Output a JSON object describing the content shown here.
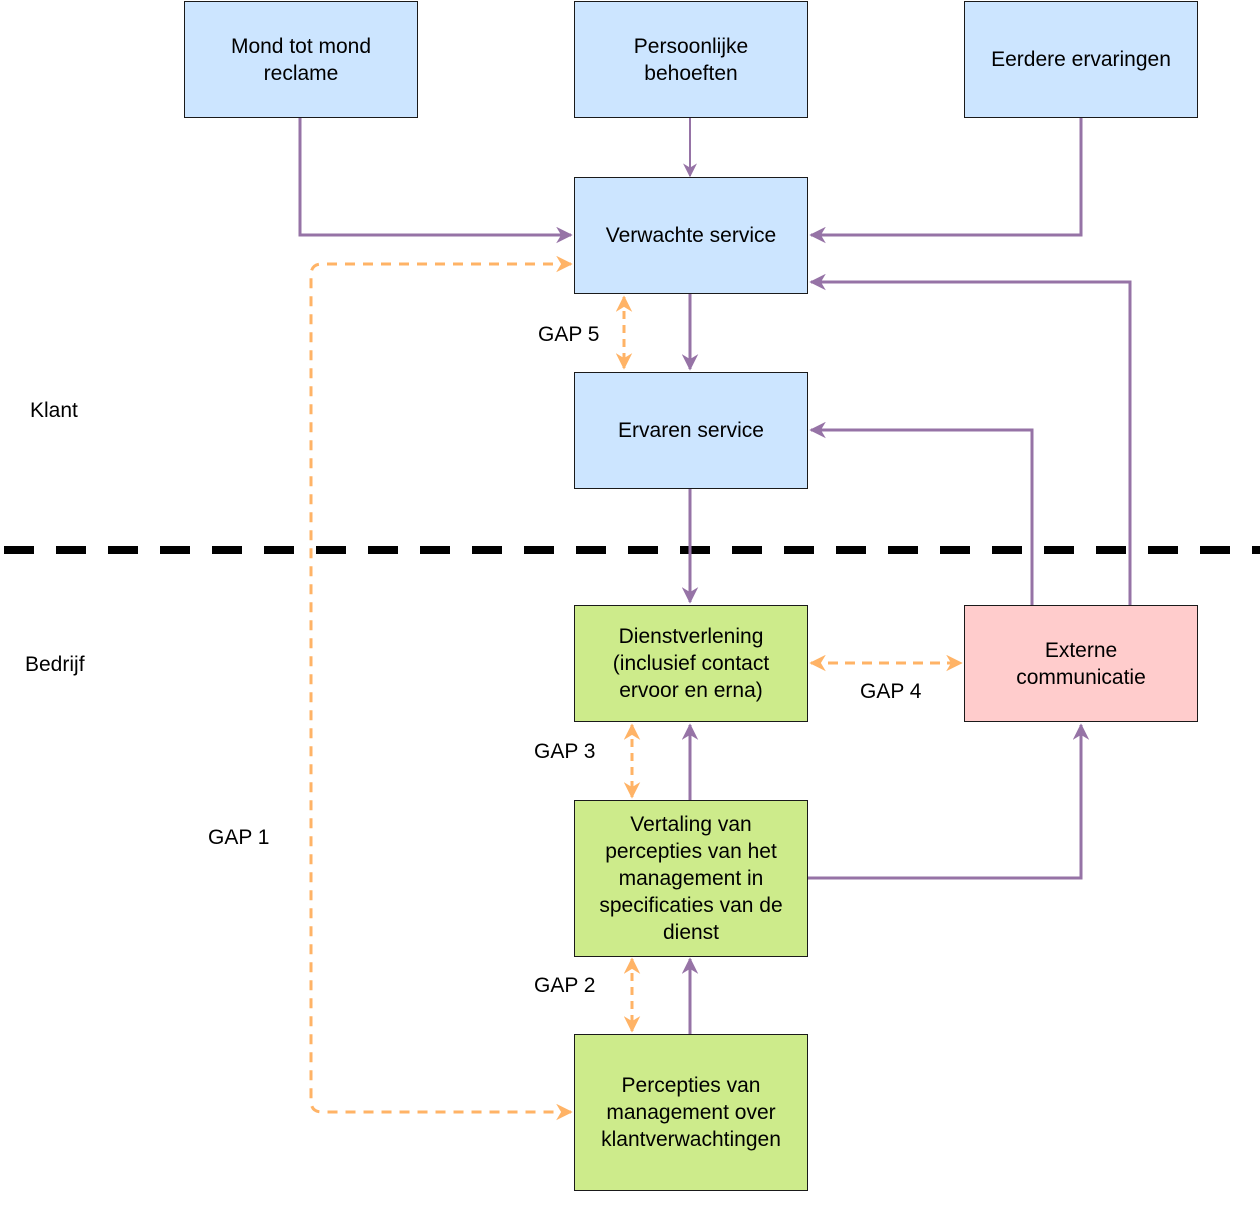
{
  "colors": {
    "flow_arrow": "#9673a6",
    "gap_arrow": "#ffb366",
    "separator": "#000000",
    "customer_box": "#cce5ff",
    "company_box": "#cdeb8b",
    "external_box": "#ffcccc"
  },
  "zones": {
    "customer_label": "Klant",
    "company_label": "Bedrijf"
  },
  "nodes": {
    "mond_tot_mond": "Mond tot mond\nreclame",
    "persoonlijke_behoeften": "Persoonlijke\nbehoeften",
    "eerdere_ervaringen": "Eerdere ervaringen",
    "verwachte_service": "Verwachte service",
    "ervaren_service": "Ervaren service",
    "dienstverlening": "Dienstverlening\n(inclusief contact\nervoor en erna)",
    "externe_communicatie": "Externe\ncommunicatie",
    "vertaling": "Vertaling van\npercepties van het\nmanagement in\nspecificaties van de\ndienst",
    "percepties": "Percepties van\nmanagement over\nklantverwachtingen"
  },
  "gaps": {
    "gap1": "GAP 1",
    "gap2": "GAP 2",
    "gap3": "GAP 3",
    "gap4": "GAP 4",
    "gap5": "GAP 5"
  },
  "edges": [
    {
      "from": "mond_tot_mond",
      "to": "verwachte_service",
      "kind": "flow"
    },
    {
      "from": "persoonlijke_behoeften",
      "to": "verwachte_service",
      "kind": "flow"
    },
    {
      "from": "eerdere_ervaringen",
      "to": "verwachte_service",
      "kind": "flow"
    },
    {
      "from": "verwachte_service",
      "to": "ervaren_service",
      "kind": "flow"
    },
    {
      "from": "ervaren_service",
      "to": "dienstverlening",
      "kind": "flow"
    },
    {
      "from": "externe_communicatie",
      "to": "ervaren_service",
      "kind": "flow"
    },
    {
      "from": "externe_communicatie",
      "to": "verwachte_service",
      "kind": "flow"
    },
    {
      "from": "vertaling",
      "to": "dienstverlening",
      "kind": "flow"
    },
    {
      "from": "vertaling",
      "to": "externe_communicatie",
      "kind": "flow"
    },
    {
      "from": "percepties",
      "to": "vertaling",
      "kind": "flow"
    },
    {
      "from": "verwachte_service",
      "to": "percepties",
      "kind": "gap",
      "label": "gap1"
    },
    {
      "from": "percepties",
      "to": "vertaling",
      "kind": "gap",
      "label": "gap2"
    },
    {
      "from": "vertaling",
      "to": "dienstverlening",
      "kind": "gap",
      "label": "gap3"
    },
    {
      "from": "dienstverlening",
      "to": "externe_communicatie",
      "kind": "gap",
      "label": "gap4"
    },
    {
      "from": "verwachte_service",
      "to": "ervaren_service",
      "kind": "gap",
      "label": "gap5"
    }
  ]
}
